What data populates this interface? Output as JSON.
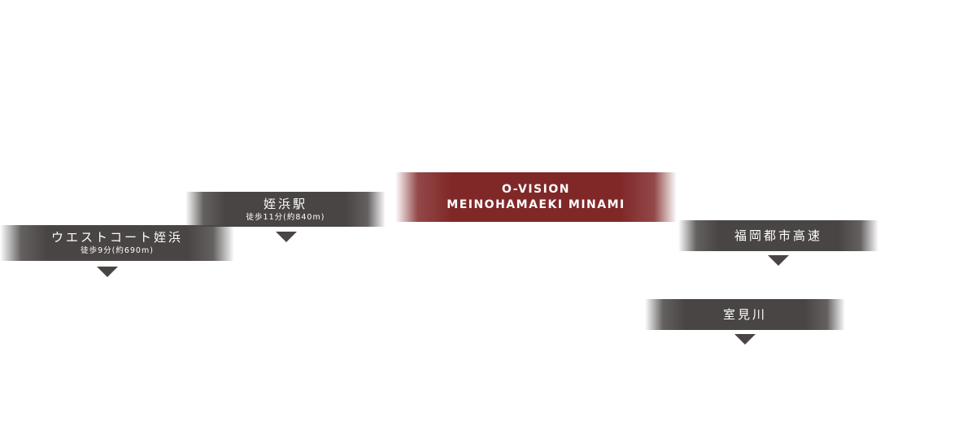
{
  "destinations": {
    "westcourt": {
      "name": "ウエストコート姪浜",
      "sub": "徒歩9分(約690m)"
    },
    "station": {
      "name": "姪浜駅",
      "sub": "徒歩11分(約840m)"
    },
    "expressway": {
      "name": "福岡都市高速"
    },
    "muromi": {
      "name": "室見川"
    }
  },
  "property": {
    "line1": "O-VISION",
    "line2": "MEINOHAMAEKI MINAMI"
  },
  "colors": {
    "gray_label": "#4a4545",
    "red_label": "#802828",
    "text": "#ffffff",
    "background": "#ffffff"
  },
  "icons": {
    "direction": "arrow-down-triangle-icon"
  }
}
